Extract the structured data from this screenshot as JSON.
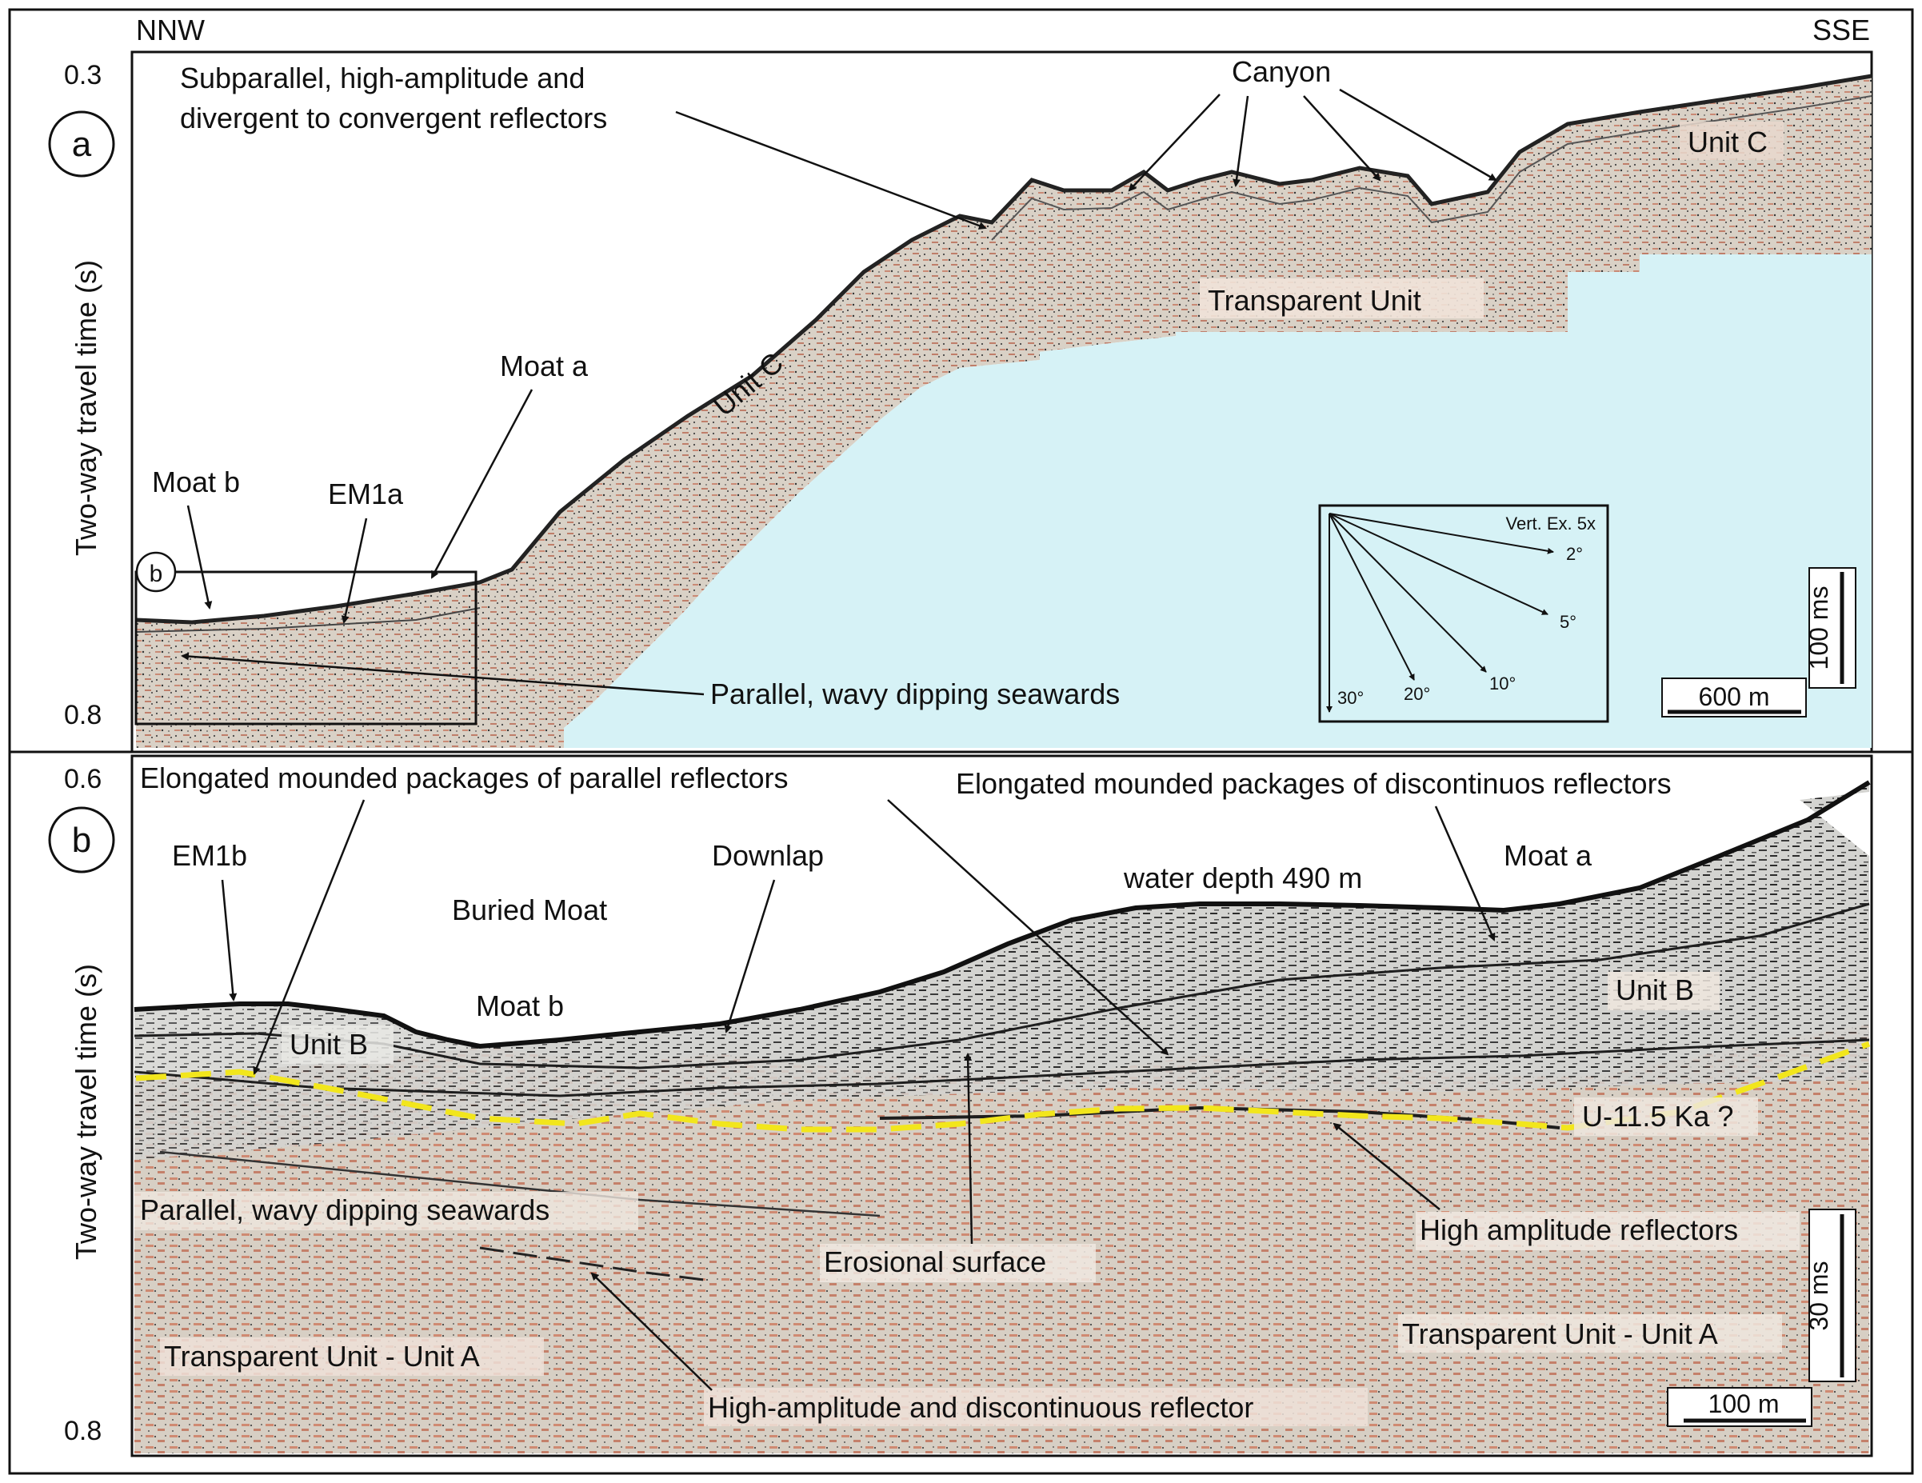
{
  "orientation": {
    "left": "NNW",
    "right": "SSE"
  },
  "y_axis_label": "Two-way travel time (s)",
  "colors": {
    "sediment_base": "#d8d0c4",
    "sediment_red": "#c9826c",
    "water_fill": "#d6f2f6",
    "horizon_dashed": "#f2e61c",
    "frame": "#111111"
  },
  "panel_a": {
    "label": "a",
    "tick_top": "0.3",
    "tick_bottom": "0.8",
    "inset_label": "b",
    "annotations": {
      "subparallel_1": "Subparallel, high-amplitude and",
      "subparallel_2": "divergent to convergent reflectors",
      "canyon": "Canyon",
      "unit_c_right": "Unit C",
      "unit_c_slope": "Unit C",
      "transparent_unit": "Transparent Unit",
      "moat_a": "Moat a",
      "moat_b": "Moat b",
      "em1a": "EM1a",
      "parallel_wavy": "Parallel, wavy  dipping seawards"
    },
    "vertical_exaggeration": {
      "title": "Vert. Ex. 5x",
      "angles": [
        "2°",
        "5°",
        "10°",
        "20°",
        "30°"
      ]
    },
    "scale_vertical": "100 ms",
    "scale_horizontal": "600 m"
  },
  "panel_b": {
    "label": "b",
    "tick_top": "0.6",
    "tick_bottom": "0.8",
    "annotations": {
      "em_parallel": "Elongated mounded packages of parallel reflectors",
      "em_discontinuous": "Elongated mounded packages of discontinuos reflectors",
      "em1b": "EM1b",
      "buried_moat": "Buried Moat",
      "downlap": "Downlap",
      "water_depth": "water depth 490 m",
      "moat_a": "Moat a",
      "moat_b": "Moat b",
      "unit_b_left": "Unit B",
      "unit_b_right": "Unit B",
      "u_horizon": "U-11.5 Ka ?",
      "parallel_wavy": "Parallel, wavy  dipping seawards",
      "erosional": "Erosional surface",
      "high_amp": "High amplitude reflectors",
      "transparent_left": "Transparent Unit - Unit A",
      "transparent_right": "Transparent Unit - Unit A",
      "high_amp_disc": "High-amplitude and discontinuous reflector"
    },
    "scale_vertical": "30 ms",
    "scale_horizontal": "100 m"
  }
}
